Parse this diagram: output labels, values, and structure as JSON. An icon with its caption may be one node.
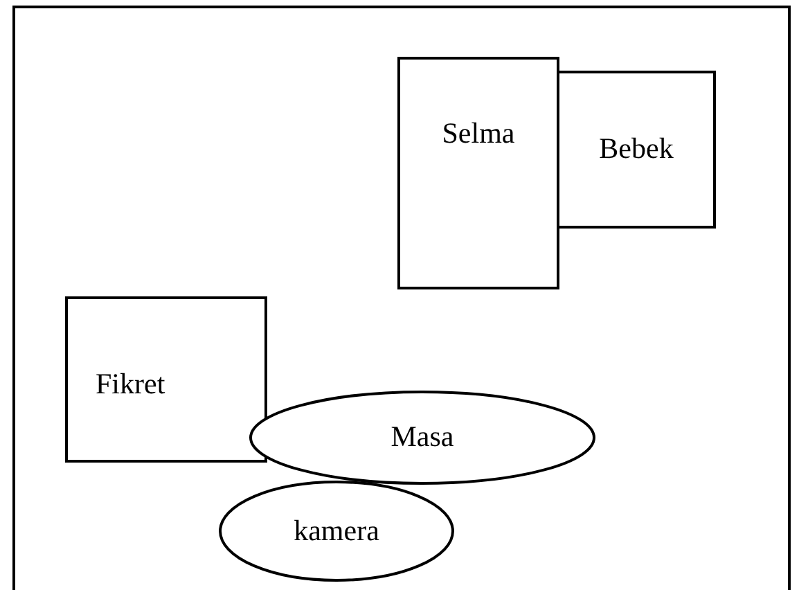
{
  "diagram": {
    "nodes": [
      {
        "text": [
          "Selma"
        ]
      },
      {
        "text": [
          "Bebek"
        ]
      },
      {
        "text": [
          "Fikret"
        ]
      },
      {
        "text": [
          "Masa"
        ]
      },
      {
        "text": [
          "kamera"
        ]
      }
    ]
  }
}
